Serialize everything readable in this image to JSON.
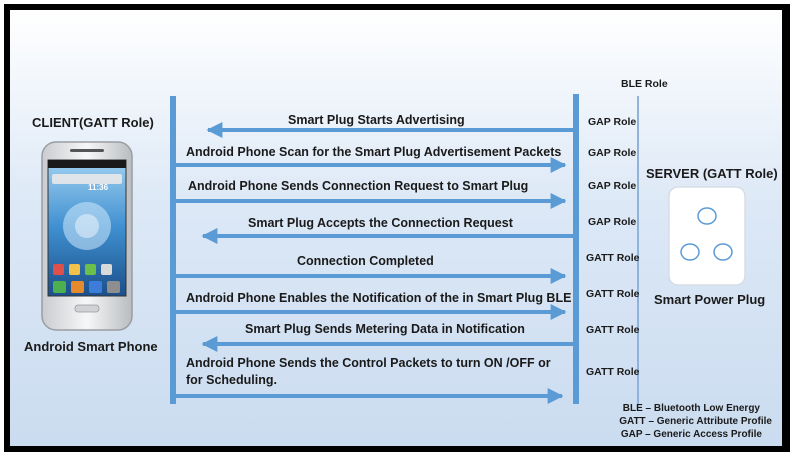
{
  "client": {
    "title": "CLIENT(GATT Role)",
    "device_label": "Android Smart Phone",
    "phone_time": "11:36"
  },
  "server": {
    "title": "SERVER (GATT Role)",
    "device_label": "Smart Power Plug"
  },
  "ble_role_label": "BLE Role",
  "messages": [
    {
      "text": "Smart Plug Starts Advertising",
      "direction": "to-client",
      "role": "GAP Role"
    },
    {
      "text": "Android Phone Scan for the Smart Plug Advertisement Packets",
      "direction": "to-server",
      "role": "GAP Role"
    },
    {
      "text": "Android Phone Sends Connection Request to Smart Plug",
      "direction": "to-server",
      "role": "GAP Role"
    },
    {
      "text": "Smart Plug Accepts the Connection Request",
      "direction": "to-client",
      "role": "GAP Role"
    },
    {
      "text": "Connection Completed",
      "direction": "to-server",
      "role": "GATT Role"
    },
    {
      "text": "Android Phone Enables the Notification of the in Smart Plug BLE",
      "direction": "to-server",
      "role": "GATT Role"
    },
    {
      "text": "Smart Plug Sends Metering Data in Notification",
      "direction": "to-client",
      "role": "GATT Role"
    },
    {
      "text": "Android Phone Sends the Control Packets to turn ON /OFF or",
      "text2": "for Scheduling.",
      "direction": "to-server",
      "role": "GATT Role"
    }
  ],
  "legend": [
    "BLE – Bluetooth Low Energy",
    "GATT – Generic Attribute Profile",
    "GAP – Generic Access Profile"
  ],
  "colors": {
    "accent": "#5b9bd5",
    "frame": "#000000"
  }
}
